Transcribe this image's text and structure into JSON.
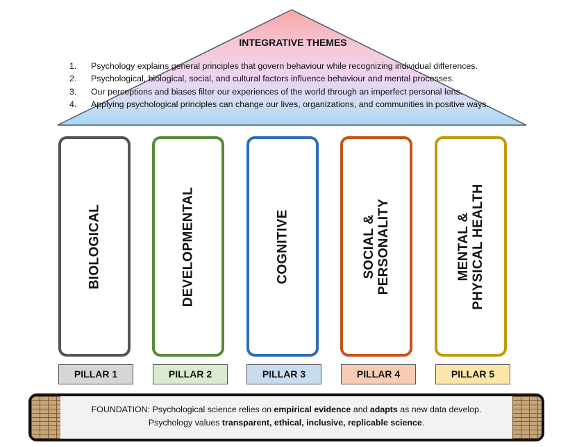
{
  "roof": {
    "title": "INTEGRATIVE THEMES",
    "themes": [
      {
        "num": "1.",
        "text": "Psychology explains general principles that govern behaviour while recognizing individual differences."
      },
      {
        "num": "2.",
        "text": "Psychological, biological, social, and cultural factors influence behaviour and mental processes."
      },
      {
        "num": "3.",
        "text": "Our perceptions and biases filter our experiences of the world through an imperfect personal lens."
      },
      {
        "num": "4.",
        "text": "Applying psychological principles can change our lives, organizations, and communities in positive ways."
      }
    ]
  },
  "pillars": [
    {
      "text": "BIOLOGICAL",
      "label": "PILLAR 1",
      "border_color": "#555555",
      "label_bg": "#d6d6d6"
    },
    {
      "text": "DEVELOPMENTAL",
      "label": "PILLAR 2",
      "border_color": "#5a8a35",
      "label_bg": "#d9ead0"
    },
    {
      "text": "COGNITIVE",
      "label": "PILLAR 3",
      "border_color": "#2d6db5",
      "label_bg": "#c8dcf0"
    },
    {
      "text": "SOCIAL &\nPERSONALITY",
      "label": "PILLAR 4",
      "border_color": "#c4541a",
      "label_bg": "#f6cdb4"
    },
    {
      "text": "MENTAL &\nPHYSICAL HEALTH",
      "label": "PILLAR 5",
      "border_color": "#c49a06",
      "label_bg": "#fbe6a8"
    }
  ],
  "foundation": {
    "line1_prefix": "FOUNDATION: Psychological science relies on ",
    "line1_bold1": "empirical evidence",
    "line1_mid": " and ",
    "line1_bold2": "adapts",
    "line1_suffix": " as new data develop.",
    "line2_prefix": "Psychology values ",
    "line2_bold": "transparent, ethical, inclusive, replicable science",
    "line2_suffix": "."
  }
}
